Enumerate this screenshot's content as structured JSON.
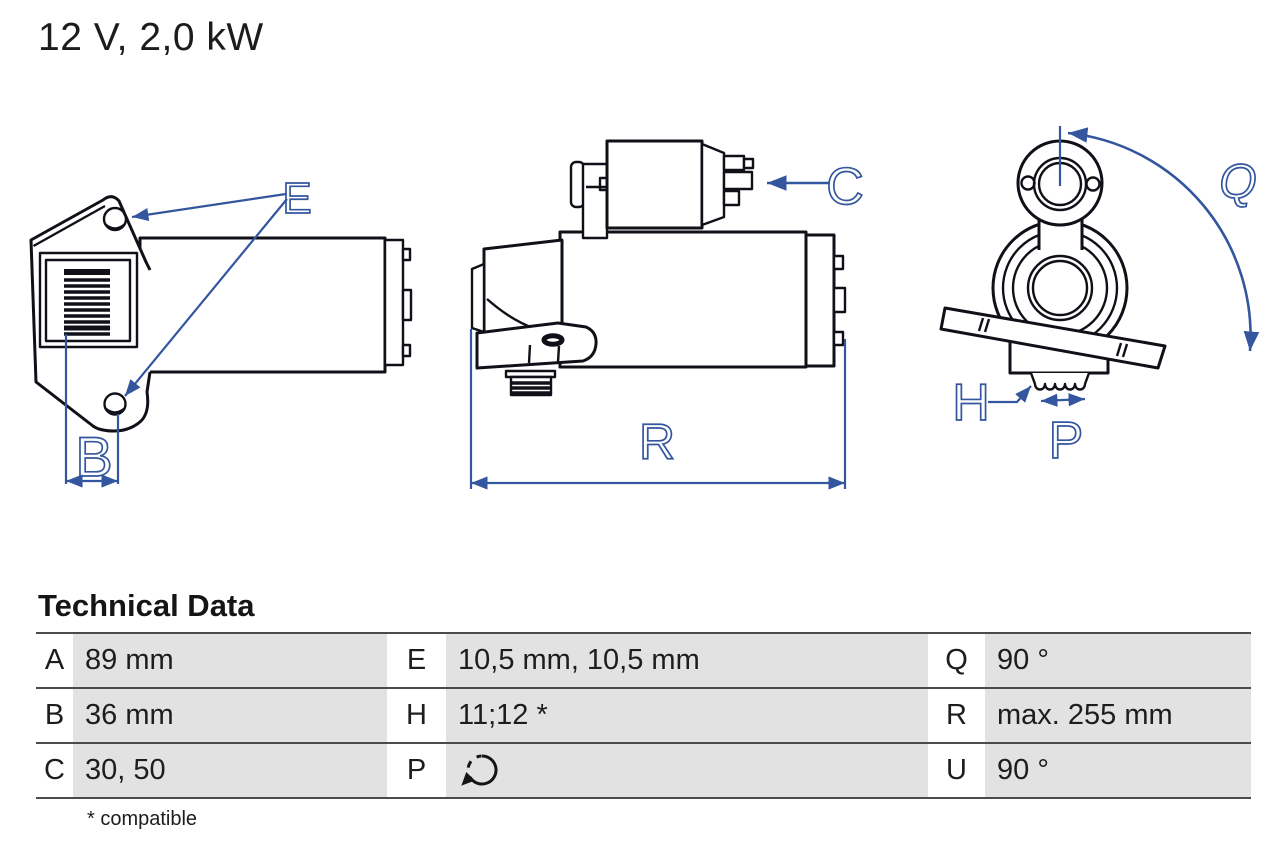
{
  "title": "12 V, 2,0 kW",
  "technical_data": {
    "heading": "Technical Data",
    "rows": [
      [
        {
          "key": "A",
          "value": "89 mm"
        },
        {
          "key": "E",
          "value": "10,5 mm, 10,5 mm"
        },
        {
          "key": "Q",
          "value": "90 °"
        }
      ],
      [
        {
          "key": "B",
          "value": "36 mm"
        },
        {
          "key": "H",
          "value": "11;12 *"
        },
        {
          "key": "R",
          "value": "max. 255 mm"
        }
      ],
      [
        {
          "key": "C",
          "value": "30, 50"
        },
        {
          "key": "P",
          "value": ""
        },
        {
          "key": "U",
          "value": "90 °"
        }
      ]
    ],
    "p_icon": "rotation-direction-icon",
    "footnote": "* compatible"
  },
  "diagram": {
    "labels": {
      "B": "B",
      "C": "C",
      "E": "E",
      "H": "H",
      "P": "P",
      "Q": "Q",
      "R": "R"
    },
    "colors": {
      "annotation_blue": "#34569f",
      "line_ink": "#101018"
    }
  }
}
